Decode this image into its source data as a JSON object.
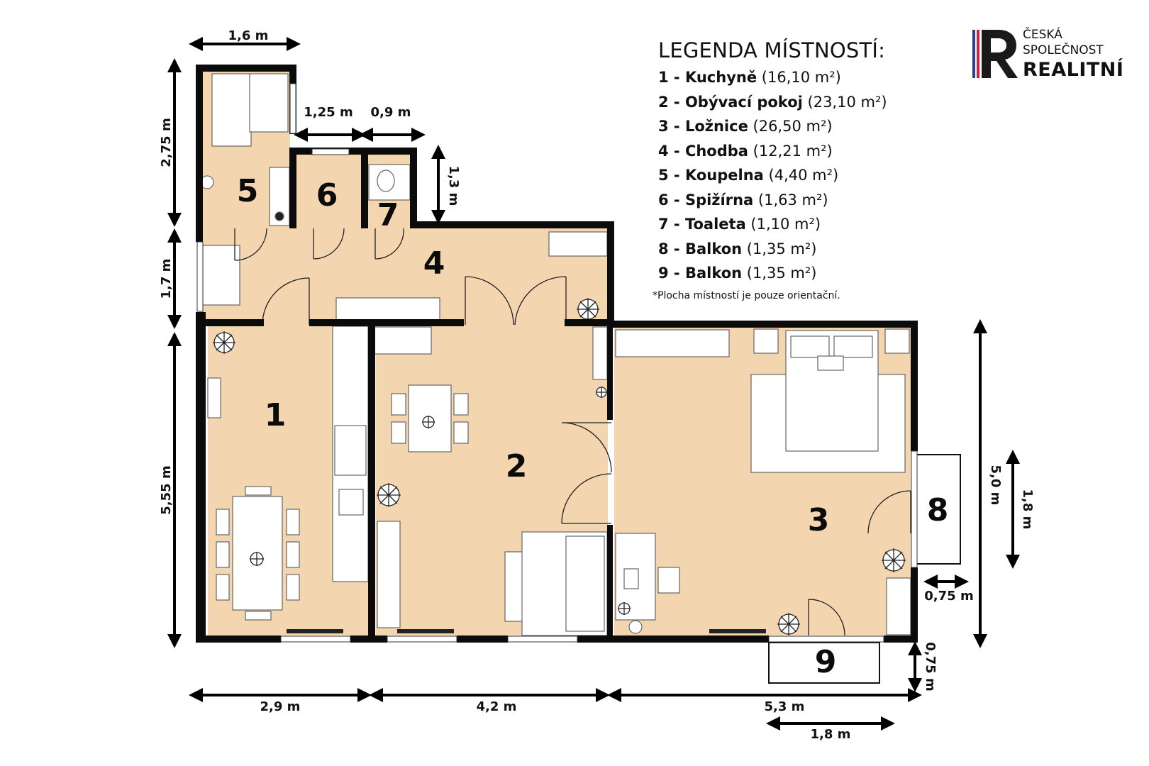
{
  "legend": {
    "title": "LEGENDA MÍSTNOSTÍ:",
    "items": [
      {
        "label": "1 - Kuchyně",
        "area": "(16,10 m²)"
      },
      {
        "label": "2 - Obývací pokoj",
        "area": "(23,10 m²)"
      },
      {
        "label": "3 - Ložnice",
        "area": "(26,50 m²)"
      },
      {
        "label": "4 - Chodba",
        "area": "(12,21 m²)"
      },
      {
        "label": "5 - Koupelna",
        "area": "(4,40 m²)"
      },
      {
        "label": "6 - Spižírna",
        "area": "(1,63 m²)"
      },
      {
        "label": "7 - Toaleta",
        "area": "(1,10 m²)"
      },
      {
        "label": "8 - Balkon",
        "area": "(1,35 m²)"
      },
      {
        "label": "9 - Balkon",
        "area": "(1,35 m²)"
      }
    ],
    "note": "*Plocha místností je pouze orientační."
  },
  "logo": {
    "line1": "ČESKÁ",
    "line2": "SPOLEČNOST",
    "line3": "REALITNÍ",
    "colors": {
      "blue": "#2a3f8f",
      "red": "#d3213b",
      "black": "#1a1a1a"
    }
  },
  "rooms": {
    "r1": "1",
    "r2": "2",
    "r3": "3",
    "r4": "4",
    "r5": "5",
    "r6": "6",
    "r7": "7",
    "r8": "8",
    "r9": "9"
  },
  "dimensions": {
    "top_1_6": "1,6 m",
    "left_2_75": "2,75 m",
    "top_1_25": "1,25 m",
    "top_0_9": "0,9 m",
    "right_1_3": "1,3 m",
    "left_1_7": "1,7 m",
    "left_5_55": "5,55 m",
    "bottom_2_9": "2,9 m",
    "bottom_4_2": "4,2 m",
    "bottom_5_3": "5,3 m",
    "bottom_1_8": "1,8 m",
    "right_5_0": "5,0 m",
    "right_1_8": "1,8 m",
    "balcony_0_75_h": "0,75 m",
    "balcony_0_75_v": "0,75 m"
  },
  "colors": {
    "floor": "#f3d5b0",
    "wall": "#0b0b0b",
    "furniture": "#ffffff"
  }
}
